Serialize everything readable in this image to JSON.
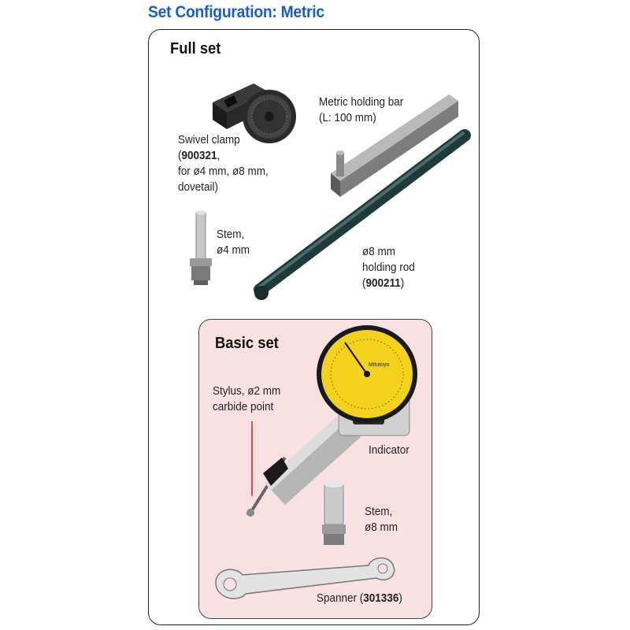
{
  "heading": "Set Configuration: Metric",
  "full_set": {
    "title": "Full set",
    "swivel_clamp": {
      "line1": "Swivel clamp",
      "line2_pre": "(",
      "line2_code": "900321",
      "line2_post": ",",
      "line3": "for ø4 mm, ø8 mm,",
      "line4": "dovetail)"
    },
    "holding_bar": {
      "line1": "Metric holding bar",
      "line2": "(L: 100 mm)"
    },
    "stem4": {
      "line1": "Stem,",
      "line2": "ø4 mm"
    },
    "holding_rod": {
      "line1": "ø8 mm",
      "line2": "holding rod",
      "line3_pre": "(",
      "line3_code": "900211",
      "line3_post": ")"
    }
  },
  "basic_set": {
    "title": "Basic set",
    "stylus": {
      "line1": "Stylus, ø2 mm",
      "line2": "carbide point"
    },
    "indicator": "Indicator",
    "stem8": {
      "line1": "Stem,",
      "line2": "ø8 mm"
    },
    "spanner": {
      "pre": "Spanner (",
      "code": "301336",
      "post": ")"
    }
  },
  "dial": {
    "brand": "Mitutoyo"
  },
  "colors": {
    "heading": "#1a5cc8",
    "basic_bg": "#f9e1e3",
    "dial_face": "#f2d21c",
    "leader_line": "#c81e1e"
  }
}
